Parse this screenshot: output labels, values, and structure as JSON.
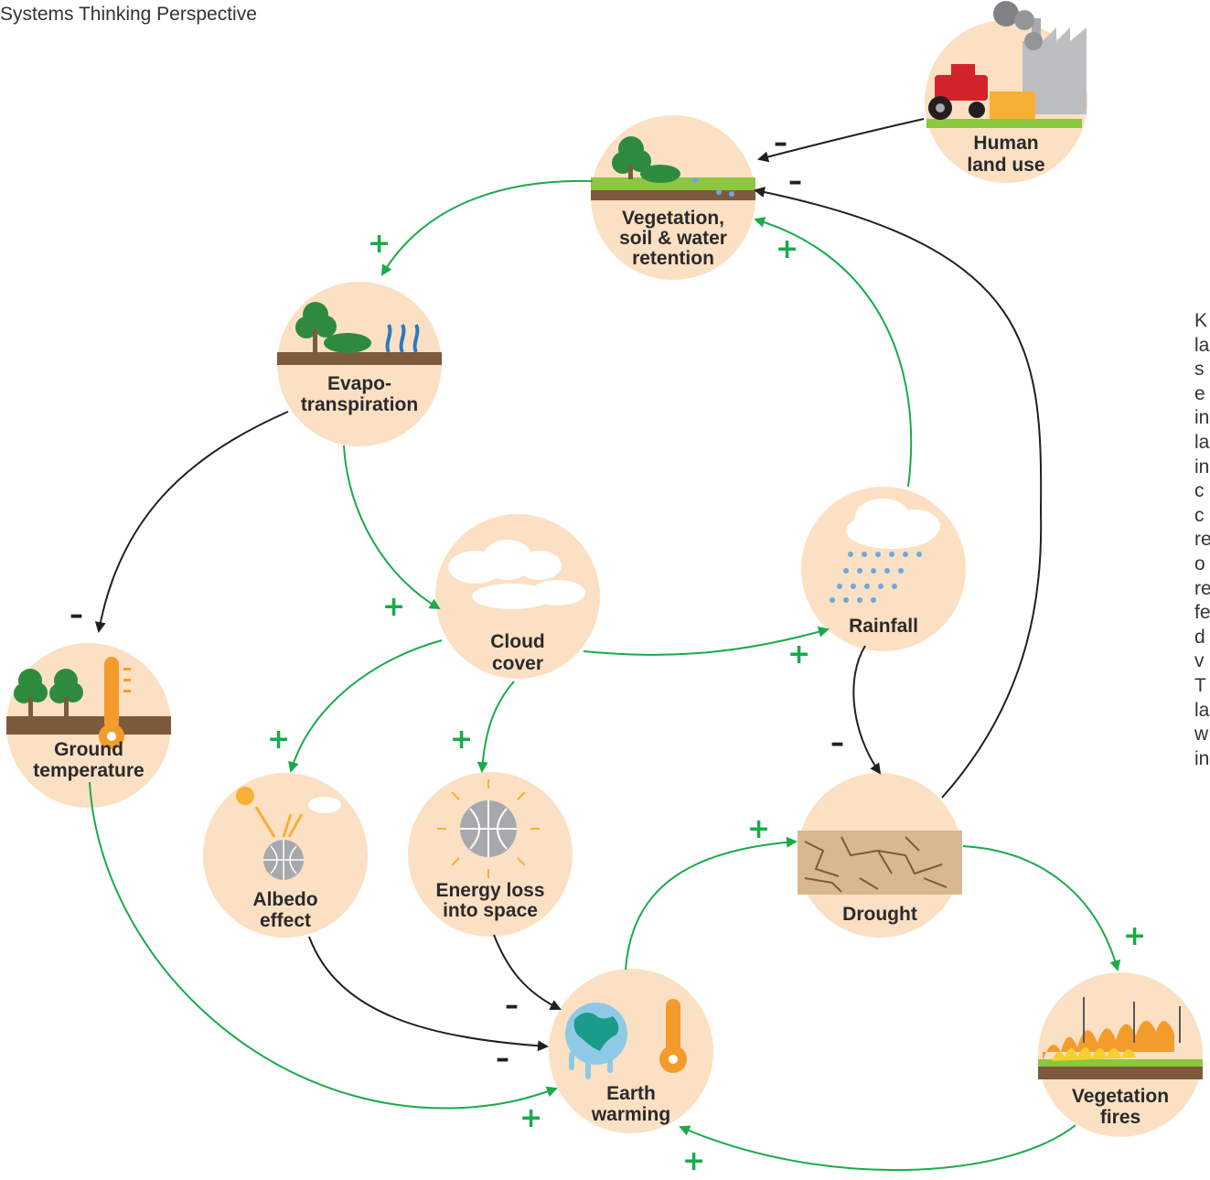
{
  "title": "Systems Thinking Perspective",
  "colors": {
    "node_fill": "#fbe0c4",
    "positive": "#1aaa4a",
    "negative": "#231f20"
  },
  "nodes": {
    "human_land_use": [
      "Human",
      "land use"
    ],
    "vegetation": [
      "Vegetation,",
      "soil & water",
      "retention"
    ],
    "evapotranspiration": [
      "Evapo-",
      "transpiration"
    ],
    "cloud_cover": [
      "Cloud",
      "cover"
    ],
    "rainfall": [
      "Rainfall"
    ],
    "ground_temperature": [
      "Ground",
      "temperature"
    ],
    "albedo_effect": [
      "Albedo",
      "effect"
    ],
    "energy_loss": [
      "Energy loss",
      "into space"
    ],
    "drought": [
      "Drought"
    ],
    "earth_warming": [
      "Earth",
      "warming"
    ],
    "vegetation_fires": [
      "Vegetation",
      "fires"
    ]
  },
  "links": [
    {
      "from": "Human land use",
      "to": "Vegetation, soil & water retention",
      "sign": "–"
    },
    {
      "from": "Vegetation, soil & water retention",
      "to": "Evapo-transpiration",
      "sign": "+"
    },
    {
      "from": "Evapo-transpiration",
      "to": "Ground temperature",
      "sign": "–"
    },
    {
      "from": "Evapo-transpiration",
      "to": "Cloud cover",
      "sign": "+"
    },
    {
      "from": "Cloud cover",
      "to": "Rainfall",
      "sign": "+"
    },
    {
      "from": "Rainfall",
      "to": "Vegetation, soil & water retention",
      "sign": "+"
    },
    {
      "from": "Rainfall",
      "to": "Drought",
      "sign": "–"
    },
    {
      "from": "Drought",
      "to": "Vegetation, soil & water retention",
      "sign": "–"
    },
    {
      "from": "Cloud cover",
      "to": "Albedo effect",
      "sign": "+"
    },
    {
      "from": "Cloud cover",
      "to": "Energy loss into space",
      "sign": "+"
    },
    {
      "from": "Albedo effect",
      "to": "Earth warming",
      "sign": "–"
    },
    {
      "from": "Energy loss into space",
      "to": "Earth warming",
      "sign": "–"
    },
    {
      "from": "Ground temperature",
      "to": "Earth warming",
      "sign": "+"
    },
    {
      "from": "Earth warming",
      "to": "Drought",
      "sign": "+"
    },
    {
      "from": "Drought",
      "to": "Vegetation fires",
      "sign": "+"
    },
    {
      "from": "Vegetation fires",
      "to": "Earth warming",
      "sign": "+"
    }
  ],
  "side_text_fragments": [
    "K",
    "la",
    "s",
    "e",
    "in",
    "la",
    "in",
    "c",
    "c",
    "re",
    "o",
    "re",
    "fe",
    "d",
    "v",
    "T",
    "la",
    "w",
    "in"
  ]
}
